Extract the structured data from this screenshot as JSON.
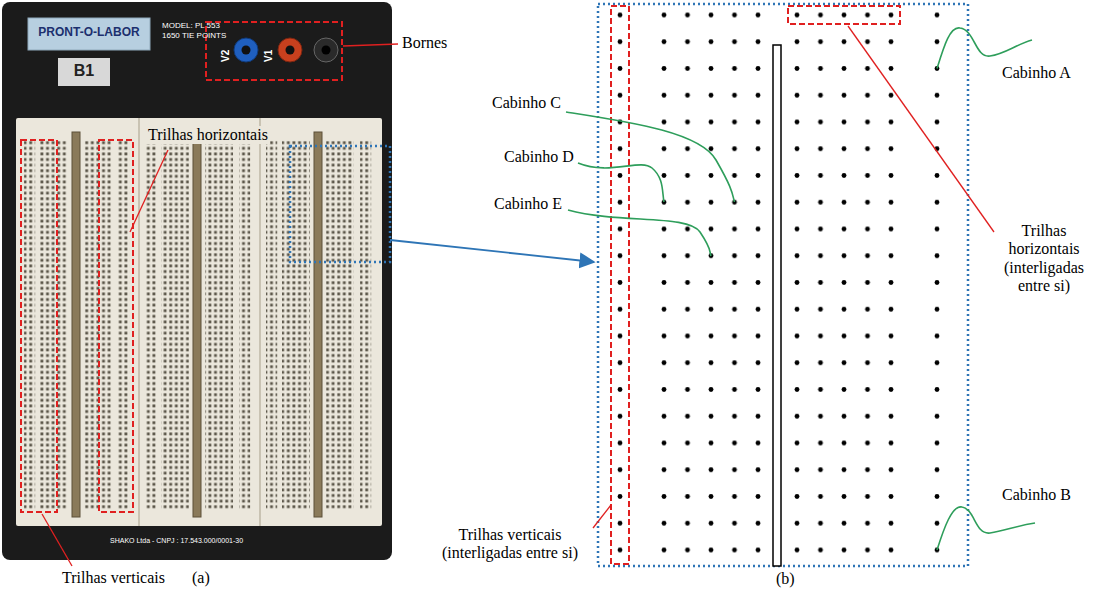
{
  "diagram": {
    "labels": [
      "PRONT-O-LABOR",
      "MODEL: PL 553",
      "1650 TIE POINTS",
      "V2",
      "V1",
      "B1",
      "Bornes",
      "Trilhas horizontais",
      "SHAKO Ltda - CNPJ : 17.543.000/0001-30",
      "Trilhas verticais",
      "(a)",
      "Cabinho C",
      "Cabinho D",
      "Cabinho E",
      "Cabinho A",
      "Trilhas horizontais (interligadas entre si)",
      "Cabinho B",
      "Trilhas verticais (interligadas entre si)",
      "(b)"
    ]
  }
}
